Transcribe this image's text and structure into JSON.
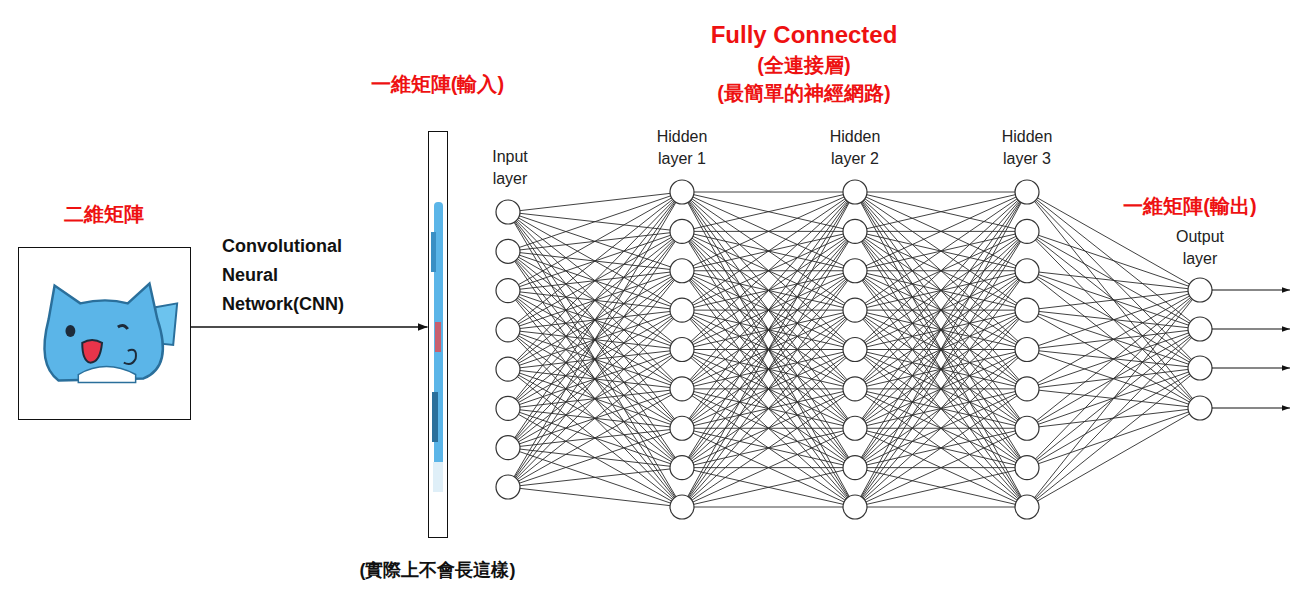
{
  "diagram": {
    "nodes": [
      {
        "text": [
          "二維矩陣"
        ]
      },
      {
        "text": [
          "一維矩陣(輸入)",
          "(實際上不會長這樣)"
        ]
      }
    ],
    "edges": [
      {
        "from": 0,
        "to": 1,
        "arrow": "to",
        "label": "Convolutional Neural Network(CNN)"
      }
    ],
    "labels": [
      "Fully Connected",
      "(全連接層)",
      "(最簡單的神經網路)",
      "一維矩陣(輸出)",
      "Input layer",
      "Hidden layer 1",
      "Hidden layer 2",
      "Hidden layer 3",
      "Output layer"
    ]
  }
}
